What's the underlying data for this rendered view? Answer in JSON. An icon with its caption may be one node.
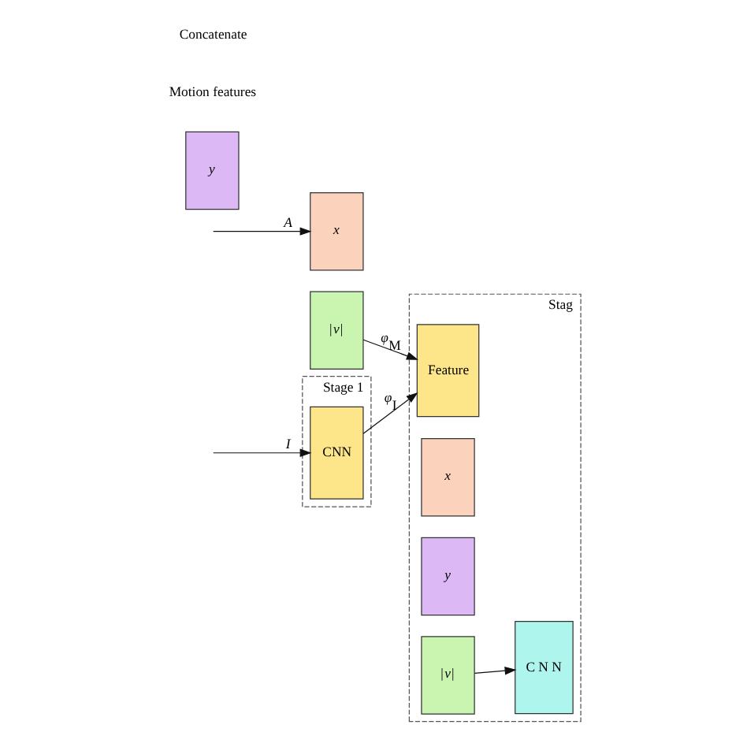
{
  "diagram": {
    "nodes": [
      {
        "text": [
          "Stage 1"
        ]
      },
      {
        "text": [
          "CNN"
        ],
        "in": 0
      },
      {
        "text": [
          "*x*"
        ]
      },
      {
        "text": [
          "*y*"
        ]
      },
      {
        "text": [
          "|*v*|"
        ]
      },
      {
        "text": [
          "Stag"
        ]
      },
      {
        "text": [
          "Feature"
        ],
        "in": 5
      },
      {
        "text": [
          "*x*"
        ],
        "in": 5
      },
      {
        "text": [
          "*y*"
        ],
        "in": 5
      },
      {
        "text": [
          "|*v*|"
        ],
        "in": 5
      },
      {
        "text": [
          "C N N"
        ],
        "in": 5
      }
    ],
    "edges": [
      {
        "from": null,
        "to": 1,
        "arrow": "to",
        "label": "*I*"
      },
      {
        "from": null,
        "to": 2,
        "arrow": "to",
        "label": "*A*"
      },
      {
        "from": 1,
        "to": 6,
        "arrow": "to",
        "label": "*φ*$_{I}$"
      },
      {
        "from": 4,
        "to": 6,
        "arrow": "to",
        "label": "*φ*$_{M}$"
      },
      {
        "from": 9,
        "to": 10,
        "arrow": "to"
      }
    ],
    "labels": [
      "Motion features",
      "Concatenate"
    ]
  }
}
